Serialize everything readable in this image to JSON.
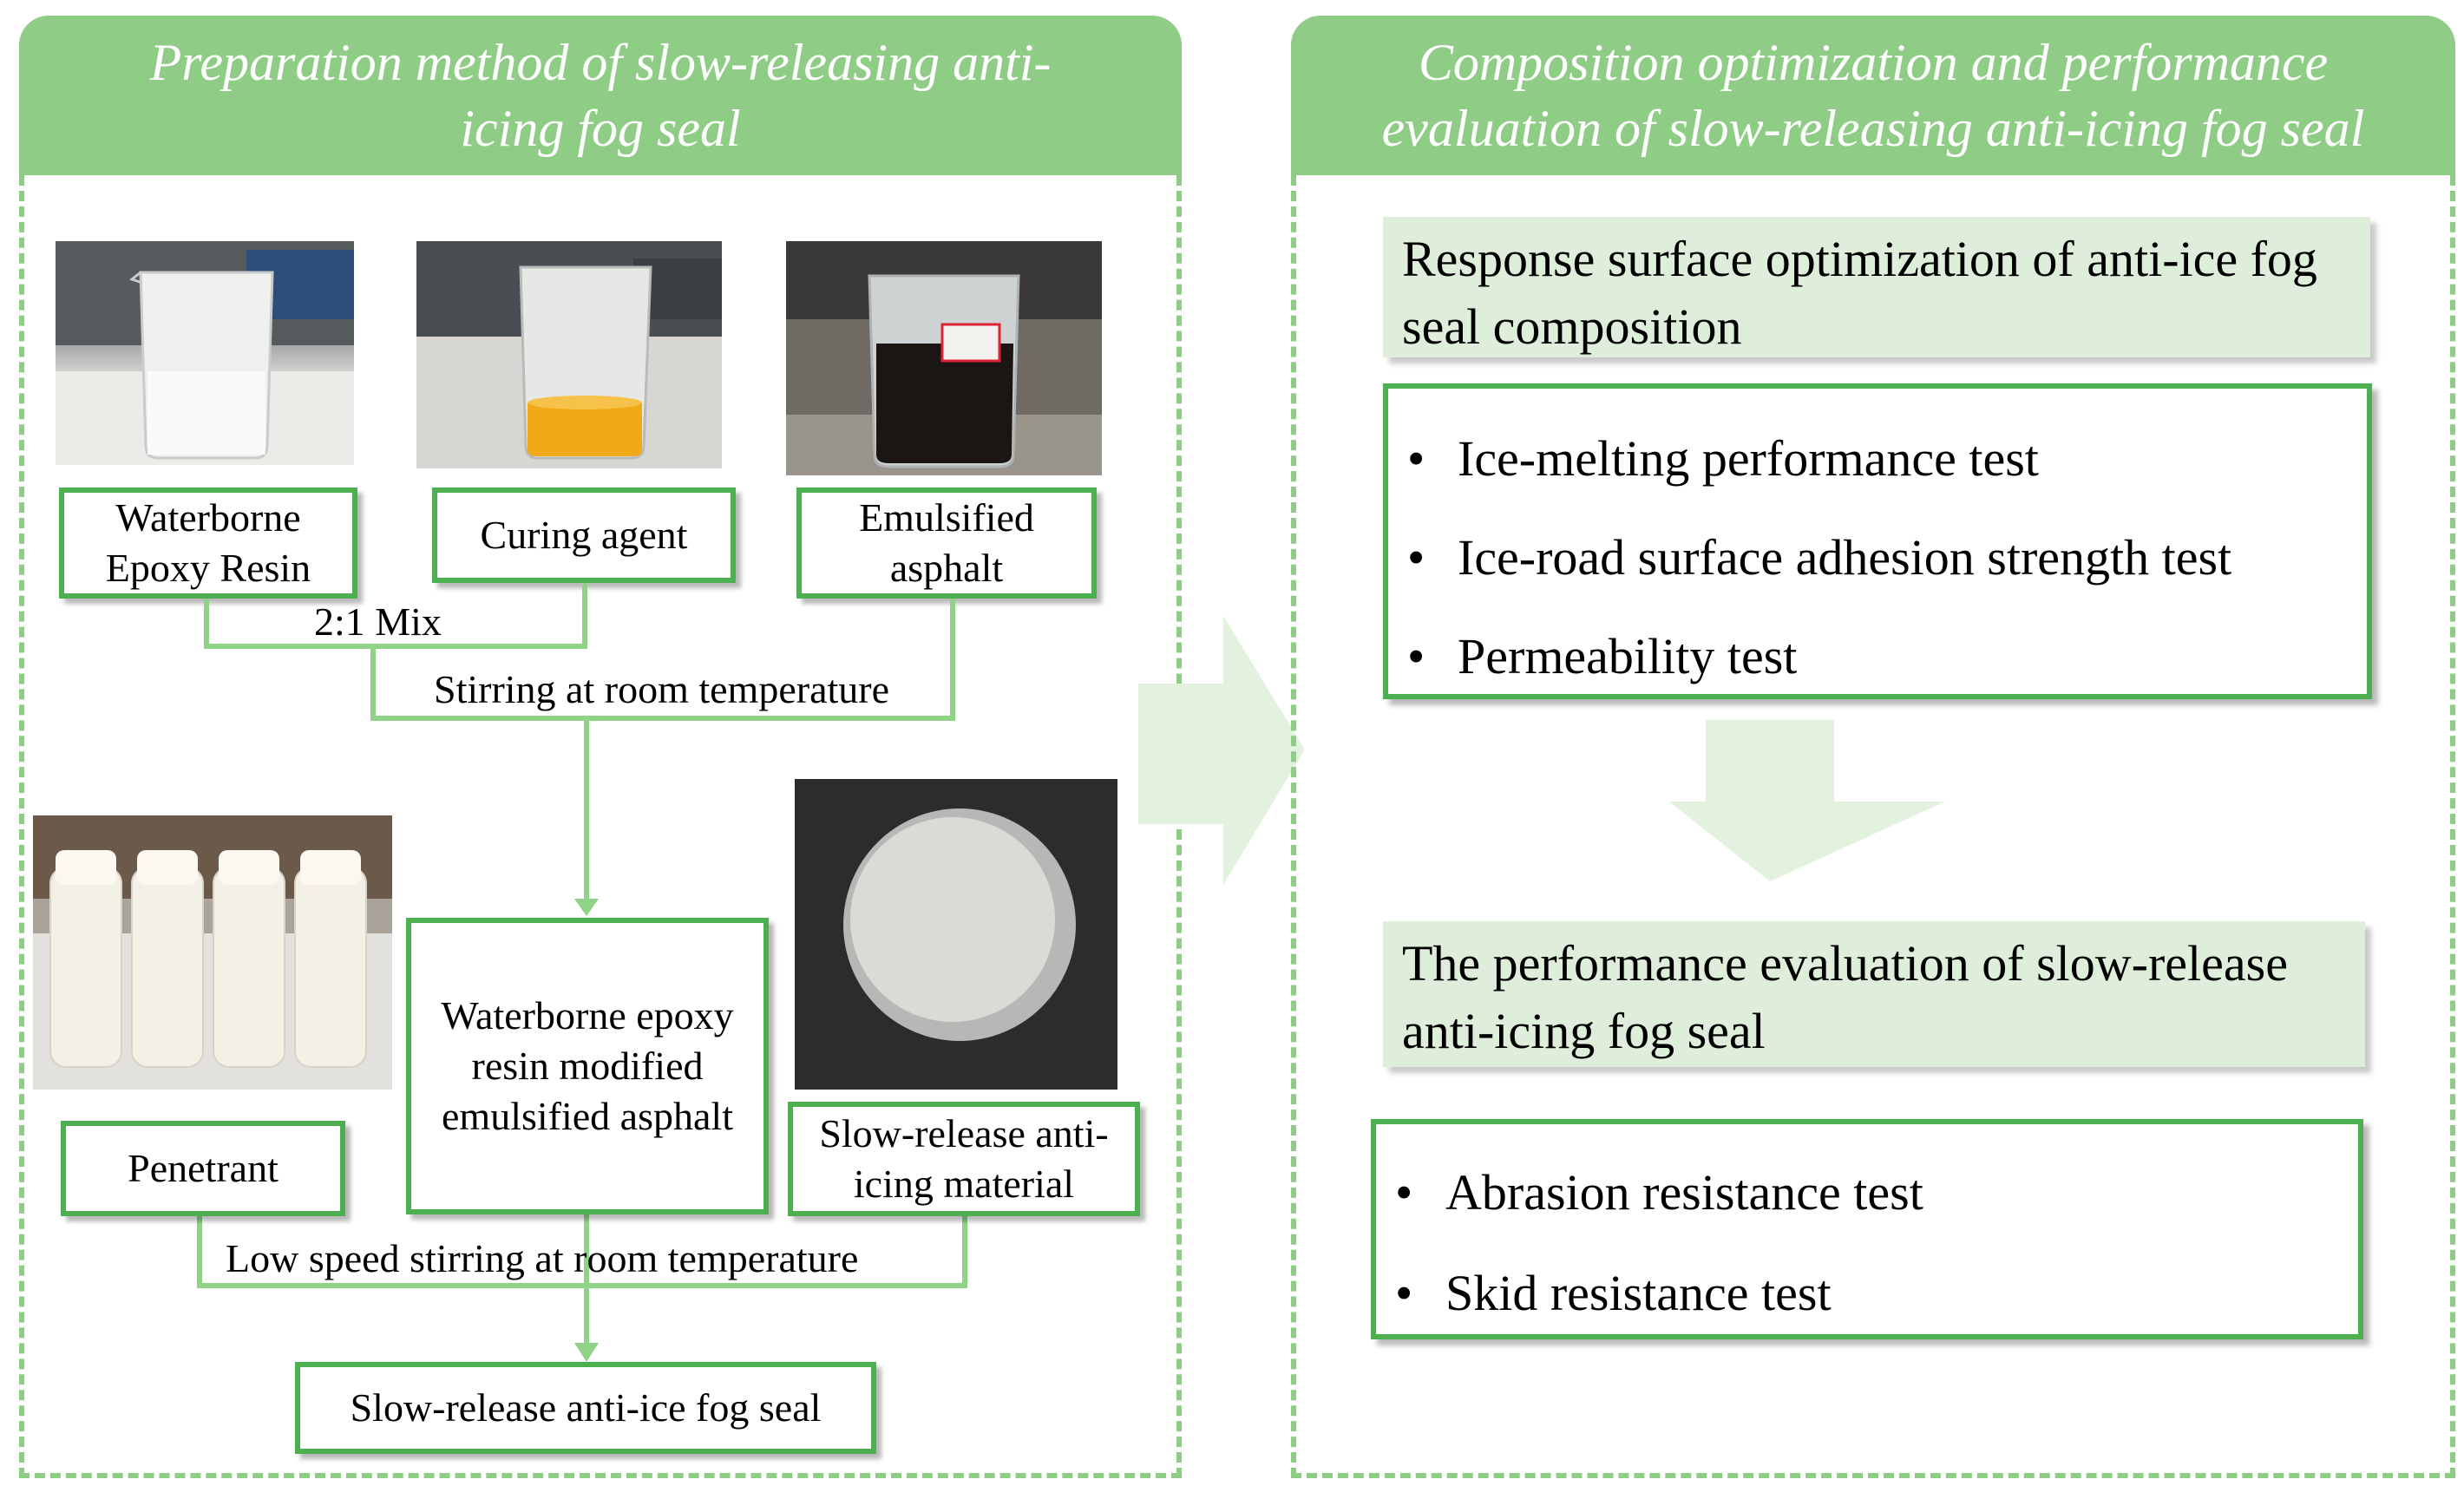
{
  "left_panel": {
    "title": "Preparation method of slow-releasing anti-icing fog seal",
    "materials": {
      "epoxy_resin": "Waterborne Epoxy Resin",
      "curing_agent": "Curing agent",
      "emulsified_asphalt": "Emulsified asphalt",
      "penetrant": "Penetrant",
      "modified_asphalt": "Waterborne epoxy resin modified emulsified asphalt",
      "anti_icing_material": "Slow-release anti-icing material",
      "final_product": "Slow-release anti-ice fog seal"
    },
    "steps": {
      "mix_ratio": "2:1 Mix",
      "stirring": "Stirring at room temperature",
      "low_speed_stirring": "Low speed stirring at room temperature"
    }
  },
  "right_panel": {
    "title": "Composition optimization and performance evaluation of slow-releasing anti-icing fog seal",
    "optimization_heading": "Response surface optimization of anti-ice fog seal composition",
    "optimization_tests": [
      "Ice-melting performance test",
      "Ice-road surface adhesion strength test",
      "Permeability test"
    ],
    "evaluation_heading": "The performance evaluation of slow-release anti-icing fog seal",
    "evaluation_tests": [
      "Abrasion resistance test",
      "Skid resistance test"
    ]
  },
  "colors": {
    "header_fill": "#8fcc85",
    "box_border": "#4caf50",
    "flow_line": "#8fd486",
    "shaded_fill": "#deeeda",
    "arrow_fill": "#e3f2de"
  }
}
